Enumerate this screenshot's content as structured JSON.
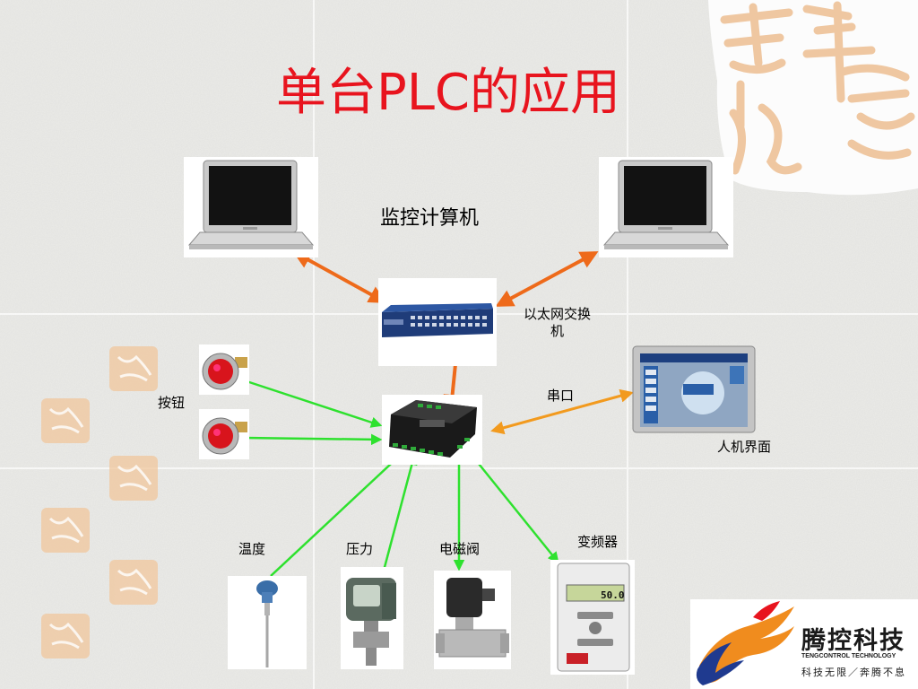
{
  "slide": {
    "title": "单台PLC的应用"
  },
  "labels": {
    "monitor": "监控计算机",
    "switch_line1": "以太网交换",
    "switch_line2": "机",
    "serial": "串口",
    "hmi": "人机界面",
    "button": "按钮",
    "temperature": "温度",
    "pressure": "压力",
    "solenoid": "电磁阀",
    "inverter": "变频器"
  },
  "devices": {
    "inverter_display": "50.0"
  },
  "logo": {
    "name_cn": "腾控科技",
    "name_en": "TENGCONTROL TECHNOLOGY",
    "slogan": "科技无限／奔腾不息"
  },
  "colors": {
    "title": "#e8141e",
    "ethernet_link": "#ee6a1a",
    "serial_link": "#f29a1e",
    "io_link": "#2ee12e",
    "logo_blue": "#1f3a8f",
    "logo_orange": "#f08c1e"
  }
}
